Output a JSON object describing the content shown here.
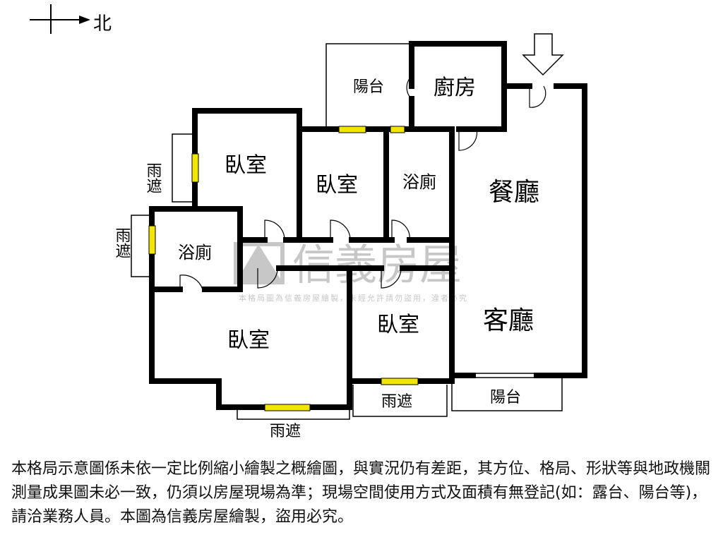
{
  "compass": {
    "north_label": "北"
  },
  "rooms": {
    "balcony_top": "陽台",
    "kitchen": "廚房",
    "bedroom_nw": "臥室",
    "bedroom_mid": "臥室",
    "bath_mid": "浴廁",
    "dining": "餐廳",
    "shelter_left_upper": "雨遮",
    "shelter_left_lower": "雨遮",
    "bath_left": "浴廁",
    "bedroom_sw": "臥室",
    "bedroom_s": "臥室",
    "living": "客廳",
    "shelter_bottom_left": "雨遮",
    "shelter_bottom_mid": "雨遮",
    "balcony_bottom": "陽台"
  },
  "watermark": {
    "brand": "信義房屋",
    "notice": "本格局圖為信義房屋繪製，未經允許請勿盜用，違者必究"
  },
  "disclaimer": "本格局示意圖係未依一定比例縮小繪製之概繪圖，與實況仍有差距，其方位、格局、形狀等與地政機關測量成果圖未必一致，仍須以房屋現場為準；現場空間使用方式及面積有無登記(如：露台、陽台等)，請洽業務人員。本圖為信義房屋繪製，盜用必究。",
  "colors": {
    "wall": "#000000",
    "window": "#f2e600",
    "watermark": "#9a9a9a"
  }
}
